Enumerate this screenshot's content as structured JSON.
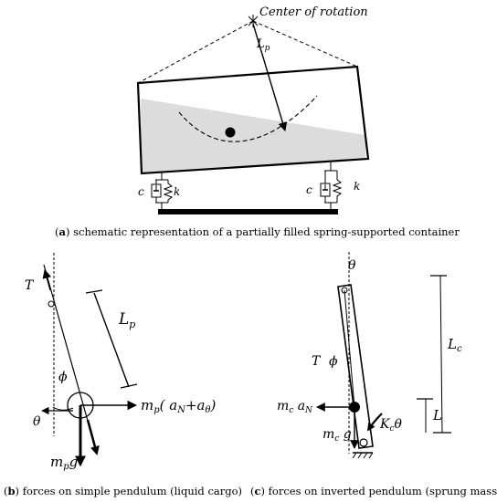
{
  "panel_a": {
    "center_label": "Center of rotation",
    "lp_label": "L",
    "lp_sub": "p",
    "damper_left": "c",
    "spring_left": "k",
    "damper_right": "c",
    "spring_right": "k",
    "caption_tag": "a",
    "caption_text": " schematic representation of a partially filled spring-supported container"
  },
  "panel_b": {
    "tension": "T",
    "length": "L",
    "length_sub": "p",
    "phi": "ϕ",
    "theta": "θ",
    "inertial_force": "m",
    "inertial_sub": "p",
    "inertial_rest": "( a",
    "inertial_n": "N",
    "inertial_plus": "+a",
    "inertial_theta": "θ",
    "inertial_close": ")",
    "weight": "m",
    "weight_sub": "p",
    "weight_g": "g",
    "caption_tag": "b",
    "caption_text": " forces on simple pendulum (liquid cargo)"
  },
  "panel_c": {
    "theta_top": "θ",
    "tension": "T",
    "phi": "ϕ",
    "long_length": "L",
    "long_length_sub": "c",
    "short_length": "L",
    "inertial": "m",
    "inertial_sub": "c",
    "inertial_a": " a",
    "inertial_n": "N",
    "weight": "m",
    "weight_sub": "c",
    "weight_g": " g",
    "moment": "K",
    "moment_sub": "c",
    "moment_theta": "θ",
    "caption_tag": "c",
    "caption_text": " forces on inverted pendulum (sprung mass)"
  }
}
